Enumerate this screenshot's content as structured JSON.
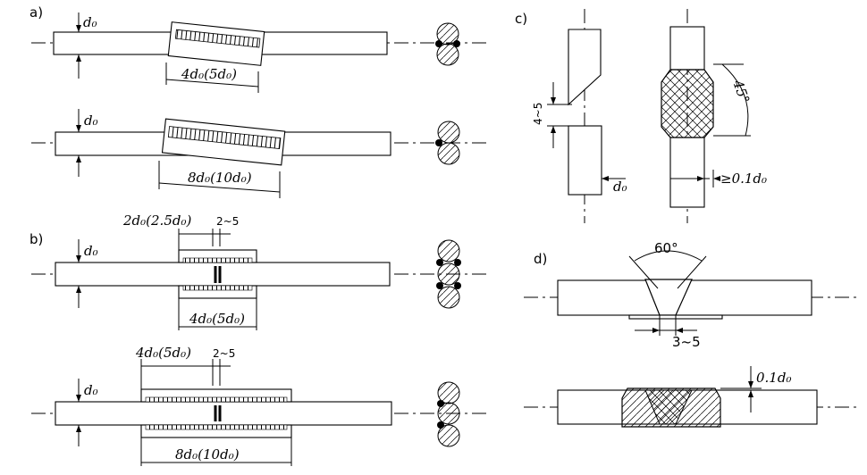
{
  "panels": {
    "a": "a)",
    "b": "b)",
    "c": "c)",
    "d": "d)"
  },
  "labels": {
    "d0": "d₀",
    "a_top_len": "4d₀(5d₀)",
    "a_bot_len": "8d₀(10d₀)",
    "b_top_gap_len": "2d₀(2.5d₀)",
    "b_top_gap": "2~5",
    "b_top_len": "4d₀(5d₀)",
    "b_bot_gap_len": "4d₀(5d₀)",
    "b_bot_gap": "2~5",
    "b_bot_len": "8d₀(10d₀)",
    "c_gap": "4~5",
    "c_d0": "d₀",
    "c_angle": "45°",
    "c_thk": "≥0.1d₀",
    "d_angle": "60°",
    "d_gap": "3~5",
    "d_thk": "0.1d₀"
  }
}
